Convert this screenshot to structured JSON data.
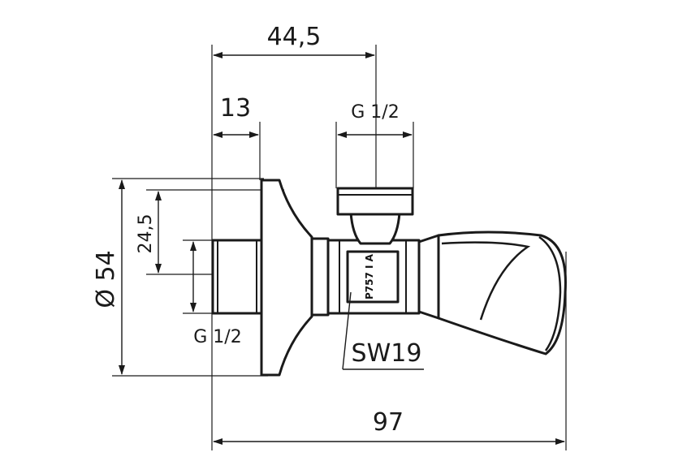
{
  "drawing": {
    "dim_total_length": "97",
    "dim_top_offset": "44,5",
    "dim_thread_length": "13",
    "dim_top_thread": "G 1/2",
    "dim_left_thread": "G 1/2",
    "dim_flange_diameter": "Ø 54",
    "dim_height_offset": "24,5",
    "wrench_size": "SW19",
    "body_stamp": "P757 I A"
  }
}
